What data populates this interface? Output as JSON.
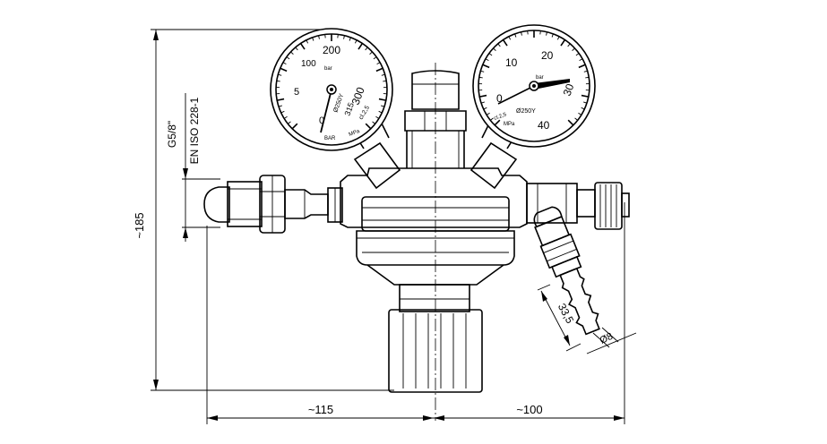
{
  "dimensions": {
    "height": "~185",
    "left_width": "~115",
    "right_width": "~100",
    "thread": "G5/8\"",
    "standard": "EN ISO 228-1",
    "hose_length": "33,5",
    "hose_diameter": "Ø8"
  },
  "left_gauge": {
    "scale": [
      "0",
      "5",
      "100",
      "200",
      "300",
      "315"
    ],
    "unit_top": "bar",
    "marking_1": "Ø250Y",
    "marking_2": "cl.2,5",
    "marking_3": "MPa",
    "marking_4": "BAR"
  },
  "right_gauge": {
    "scale": [
      "0",
      "10",
      "20",
      "30",
      "40"
    ],
    "unit_top": "bar",
    "marking_1": "Ø250Y",
    "marking_2": "cl.2,5",
    "marking_3": "MPa"
  }
}
